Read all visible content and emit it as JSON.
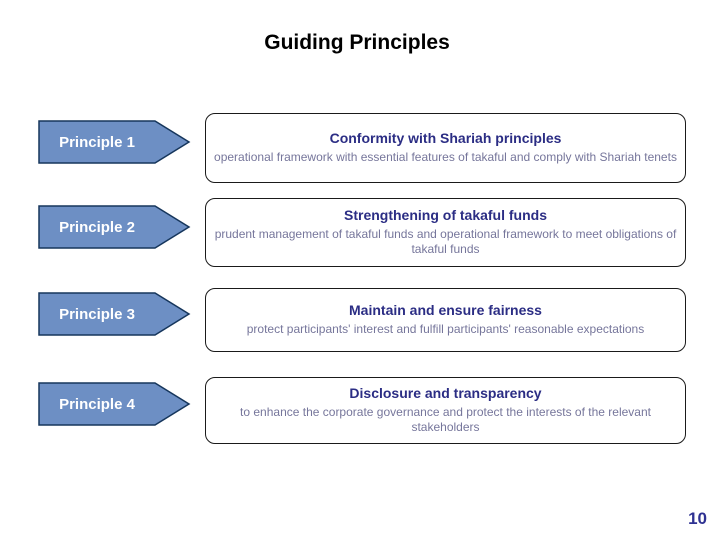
{
  "slide": {
    "title": "Guiding Principles",
    "page_number": "10",
    "colors": {
      "arrow_fill": "#6d8fc4",
      "arrow_border": "#16365c",
      "heading_text": "#2b2d84",
      "body_text": "#76769b",
      "box_border": "#1a1a1a",
      "title_text": "#000000",
      "page_number_text": "#2e3192"
    },
    "principles": [
      {
        "label": "Principle 1",
        "heading": "Conformity with Shariah principles",
        "body": "operational framework with essential features of takaful and comply with Shariah tenets"
      },
      {
        "label": "Principle 2",
        "heading": "Strengthening of takaful funds",
        "body": "prudent management of takaful funds and operational framework to meet obligations of takaful funds"
      },
      {
        "label": "Principle 3",
        "heading": "Maintain and ensure fairness",
        "body": "protect participants' interest and fulfill participants' reasonable expectations"
      },
      {
        "label": "Principle 4",
        "heading": "Disclosure and transparency",
        "body": "to enhance the corporate governance and protect the interests of the relevant stakeholders"
      }
    ]
  }
}
